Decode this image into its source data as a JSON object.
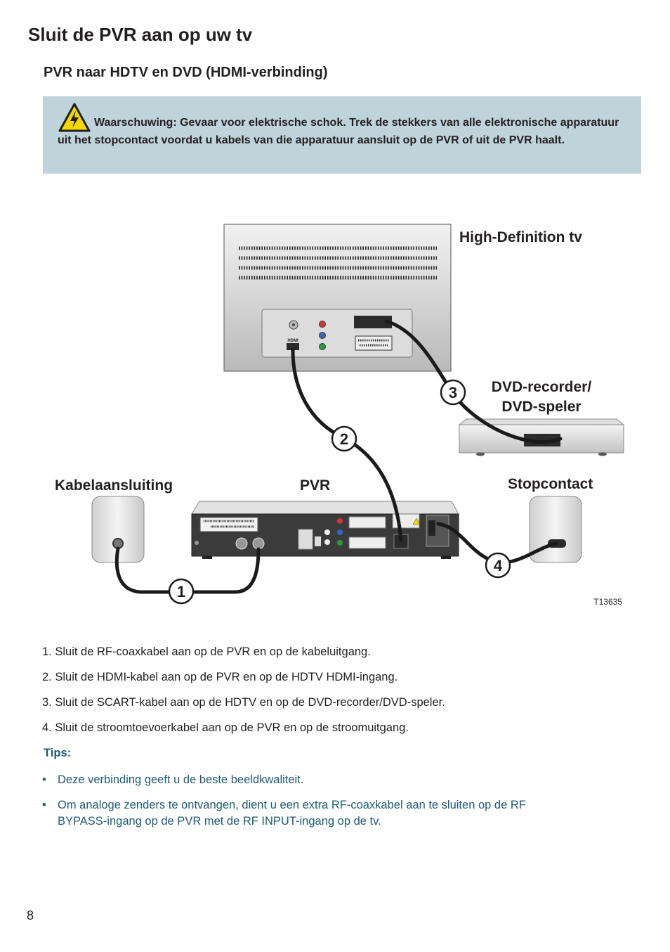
{
  "page": {
    "title": "Sluit de PVR aan op uw tv",
    "subtitle": "PVR naar HDTV en DVD (HDMI-verbinding)",
    "page_number": "8"
  },
  "warning": {
    "icon": "high-voltage-warning-icon",
    "text": "Waarschuwing: Gevaar voor elektrische schok. Trek de stekkers van alle elektronische apparatuur uit het stopcontact voordat u kabels van die apparatuur aansluit op de PVR of uit de PVR haalt.",
    "background": "#bfd3da"
  },
  "diagram": {
    "labels": {
      "tv": "High-Definition tv",
      "dvd_line1": "DVD-recorder/",
      "dvd_line2": "DVD-speler",
      "cable": "Kabelaansluiting",
      "pvr": "PVR",
      "outlet": "Stopcontact",
      "ref": "T13635",
      "hdmi": "HDMI"
    },
    "callouts": [
      "1",
      "2",
      "3",
      "4"
    ]
  },
  "steps": [
    "1. Sluit de RF-coaxkabel aan op de PVR en op de kabeluitgang.",
    "2. Sluit de HDMI-kabel aan op de PVR en op de HDTV HDMI-ingang.",
    "3. Sluit de SCART-kabel aan op de HDTV en op de DVD-recorder/DVD-speler.",
    "4. Sluit de stroomtoevoerkabel aan op de PVR en op de stroomuitgang."
  ],
  "tips": {
    "heading": "Tips:",
    "bullet": "•",
    "items": [
      "Deze verbinding geeft u de beste beeldkwaliteit.",
      "Om analoge zenders te ontvangen, dient u een extra RF-coaxkabel aan te sluiten op de RF BYPASS-ingang op de PVR met de RF INPUT-ingang op de tv."
    ],
    "color": "#1e5a75"
  }
}
